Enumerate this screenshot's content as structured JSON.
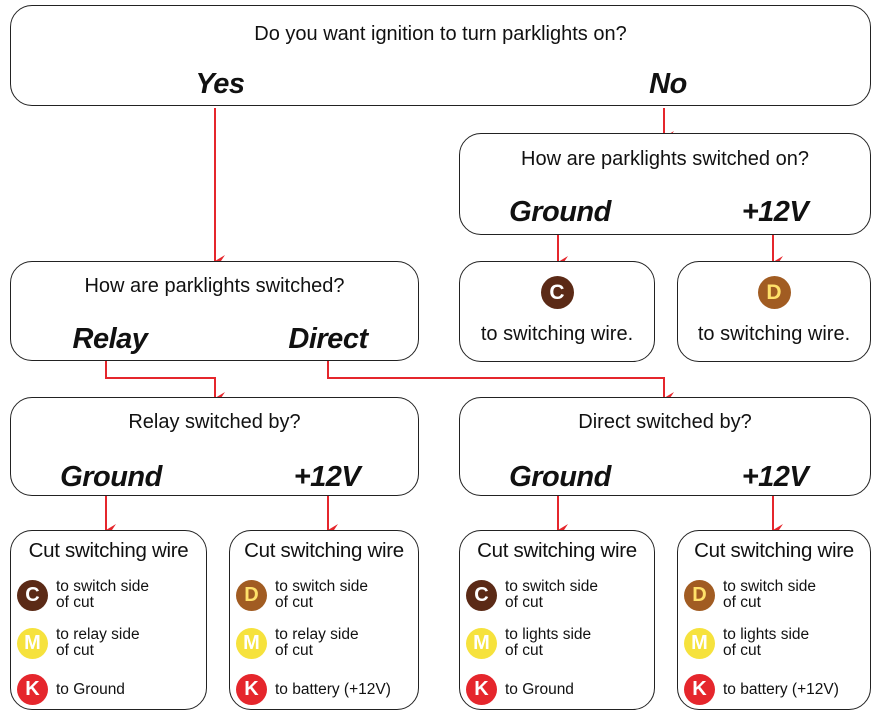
{
  "top": {
    "question": "Do you want ignition to turn parklights on?",
    "yes": "Yes",
    "no": "No"
  },
  "how_on": {
    "question": "How are parklights switched on?",
    "ground": "Ground",
    "plus12": "+12V"
  },
  "conn_ground": {
    "badge": "C",
    "label": "to switching wire."
  },
  "conn_plus12": {
    "badge": "D",
    "label": "to switching wire."
  },
  "how_switched": {
    "question": "How are parklights switched?",
    "relay": "Relay",
    "direct": "Direct"
  },
  "relay_by": {
    "question": "Relay switched by?",
    "ground": "Ground",
    "plus12": "+12V"
  },
  "direct_by": {
    "question": "Direct switched by?",
    "ground": "Ground",
    "plus12": "+12V"
  },
  "cards": [
    {
      "title": "Cut switching wire",
      "rows": [
        {
          "badge": "C",
          "line1": "to switch side",
          "line2": "of cut"
        },
        {
          "badge": "M",
          "line1": "to relay side",
          "line2": "of cut"
        },
        {
          "badge": "K",
          "line1": "to Ground",
          "line2": ""
        }
      ]
    },
    {
      "title": "Cut switching wire",
      "rows": [
        {
          "badge": "D",
          "line1": "to switch side",
          "line2": "of cut"
        },
        {
          "badge": "M",
          "line1": "to relay side",
          "line2": "of cut"
        },
        {
          "badge": "K",
          "line1": "to battery (+12V)",
          "line2": ""
        }
      ]
    },
    {
      "title": "Cut switching wire",
      "rows": [
        {
          "badge": "C",
          "line1": "to switch side",
          "line2": "of cut"
        },
        {
          "badge": "M",
          "line1": "to lights side",
          "line2": "of cut"
        },
        {
          "badge": "K",
          "line1": "to Ground",
          "line2": ""
        }
      ]
    },
    {
      "title": "Cut switching wire",
      "rows": [
        {
          "badge": "D",
          "line1": "to switch side",
          "line2": "of cut"
        },
        {
          "badge": "M",
          "line1": "to lights side",
          "line2": "of cut"
        },
        {
          "badge": "K",
          "line1": "to battery (+12V)",
          "line2": ""
        }
      ]
    }
  ],
  "colors": {
    "arrow": "#e5262c",
    "badge_C": "#5b2a16",
    "badge_D": "#a15c22",
    "badge_M": "#f6e23d",
    "badge_K": "#e5262c"
  }
}
